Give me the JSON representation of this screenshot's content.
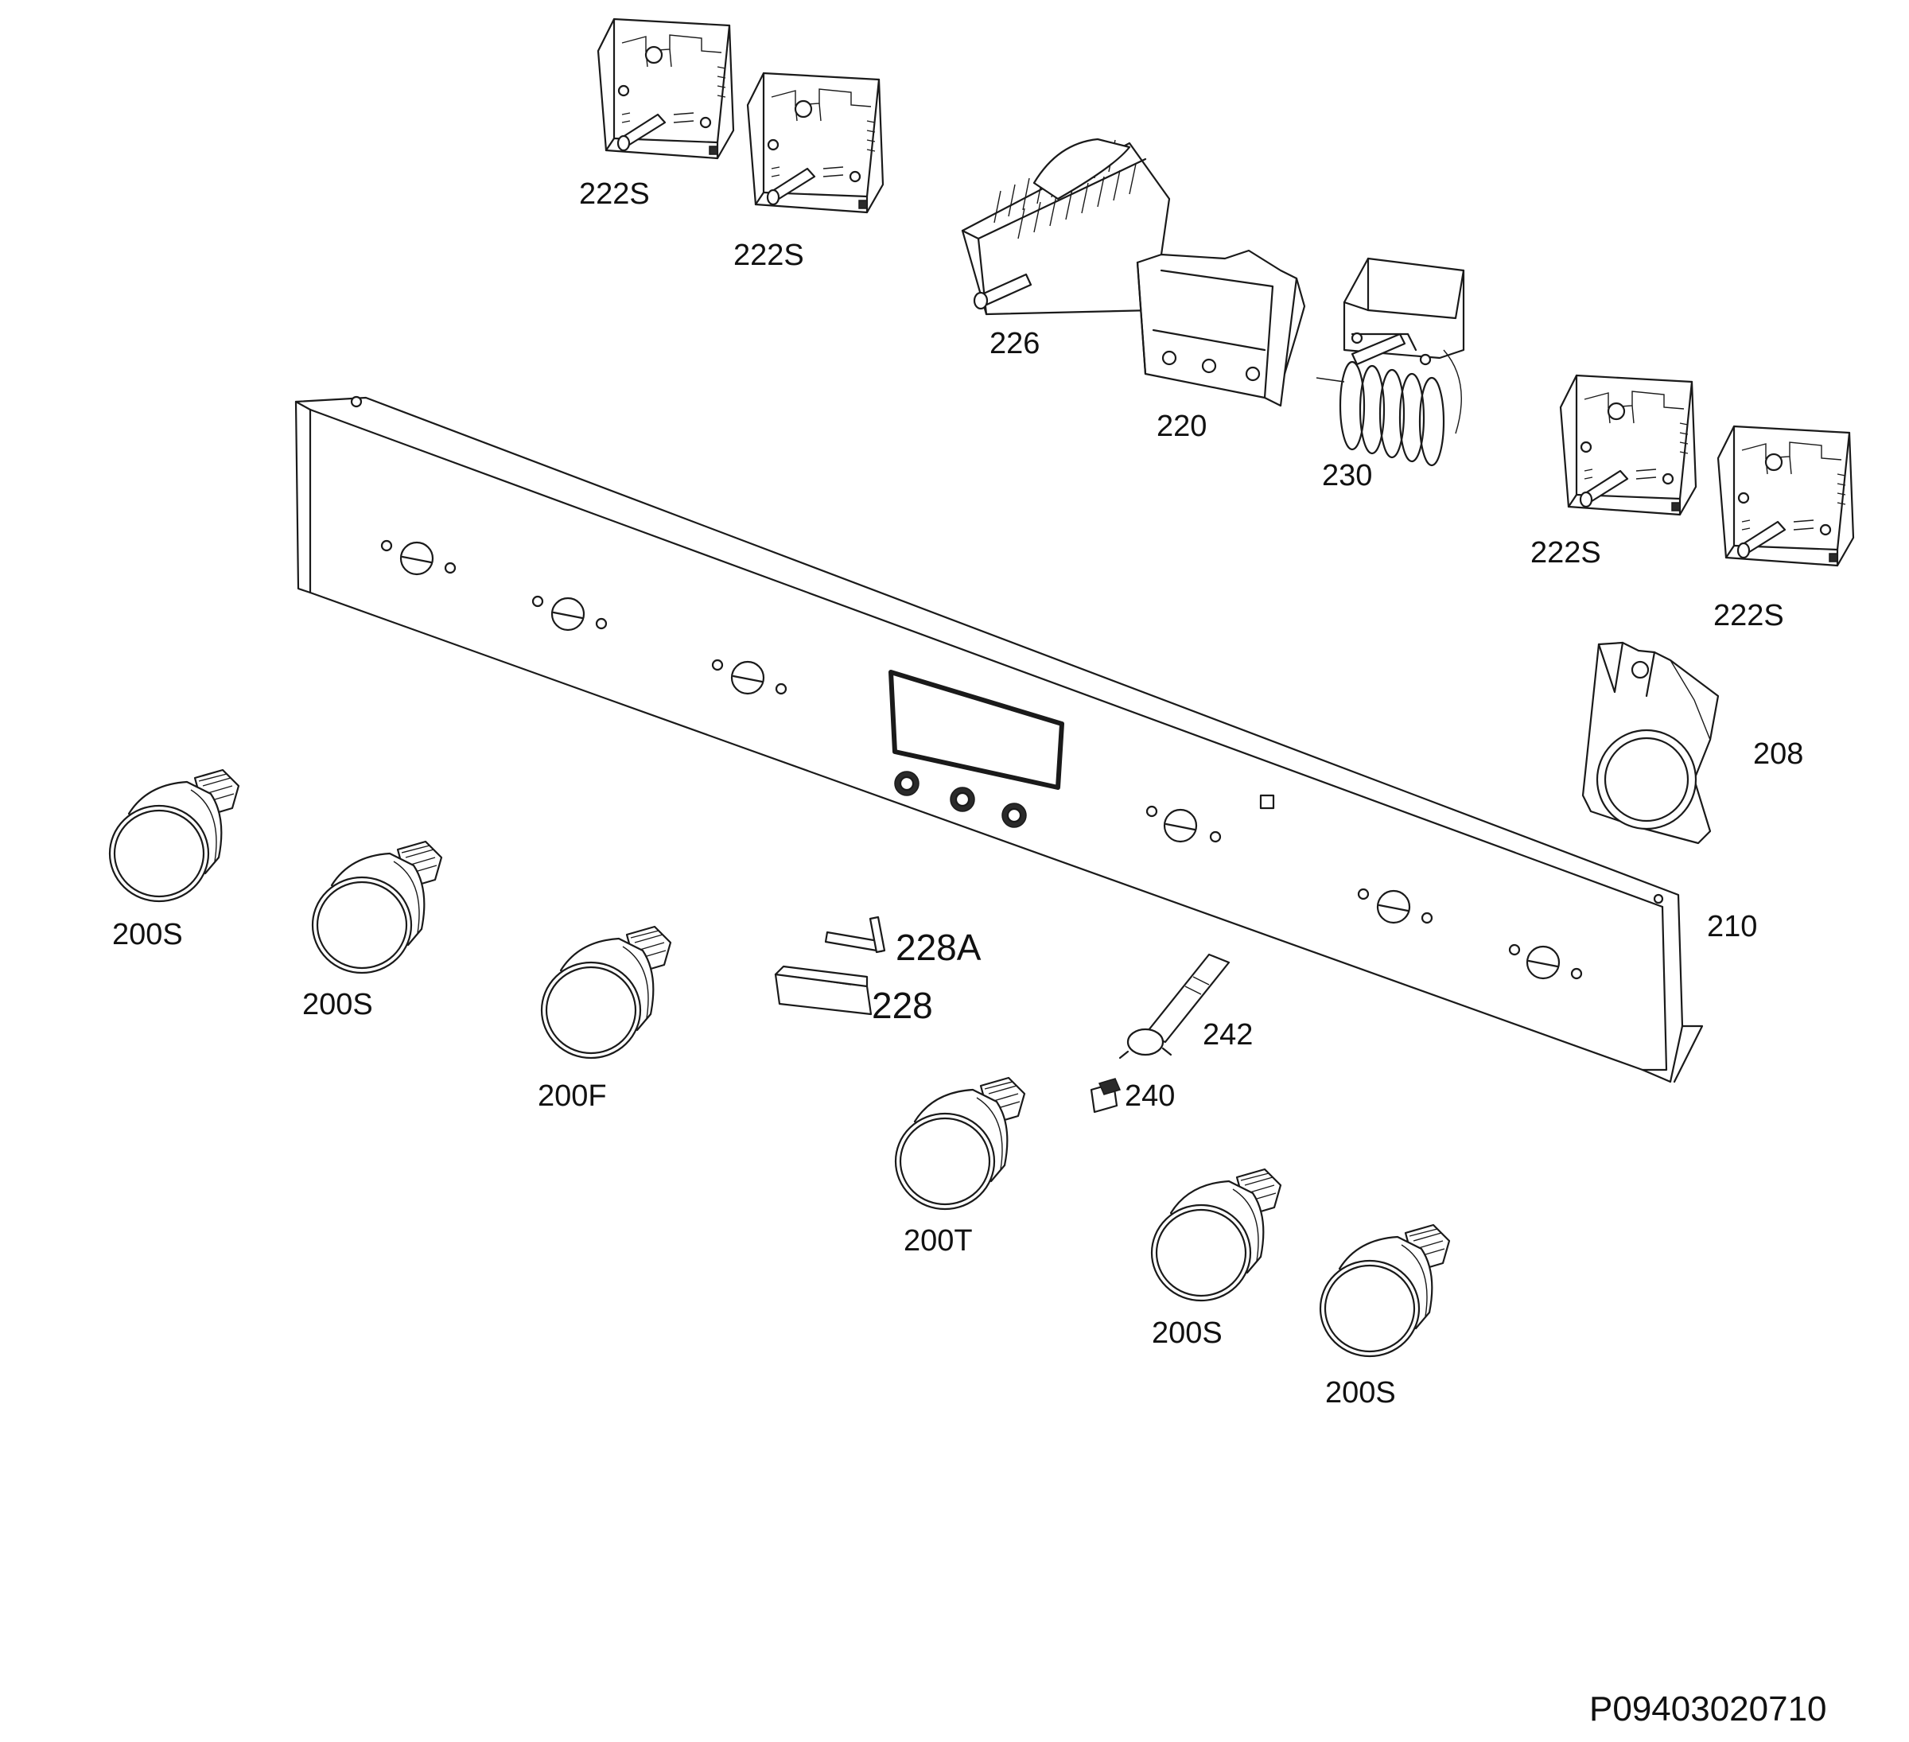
{
  "document_id": "P09403020710",
  "parts": [
    {
      "id": "222S",
      "label": "222S",
      "icon": "energy-regulator-icon"
    },
    {
      "id": "226",
      "label": "226",
      "icon": "selector-switch-icon"
    },
    {
      "id": "220",
      "label": "220",
      "icon": "bracket-icon"
    },
    {
      "id": "230",
      "label": "230",
      "icon": "thermostat-icon"
    },
    {
      "id": "208",
      "label": "208",
      "icon": "light-housing-icon"
    },
    {
      "id": "210",
      "label": "210",
      "icon": "control-panel-icon"
    },
    {
      "id": "200S",
      "label": "200S",
      "icon": "knob-icon"
    },
    {
      "id": "200F",
      "label": "200F",
      "icon": "knob-icon"
    },
    {
      "id": "200T",
      "label": "200T",
      "icon": "knob-icon"
    },
    {
      "id": "228A",
      "label": "228A",
      "icon": "key-icon"
    },
    {
      "id": "228",
      "label": "228",
      "icon": "button-cap-icon"
    },
    {
      "id": "242",
      "label": "242",
      "icon": "spring-clip-icon"
    },
    {
      "id": "240",
      "label": "240",
      "icon": "lamp-icon"
    }
  ]
}
